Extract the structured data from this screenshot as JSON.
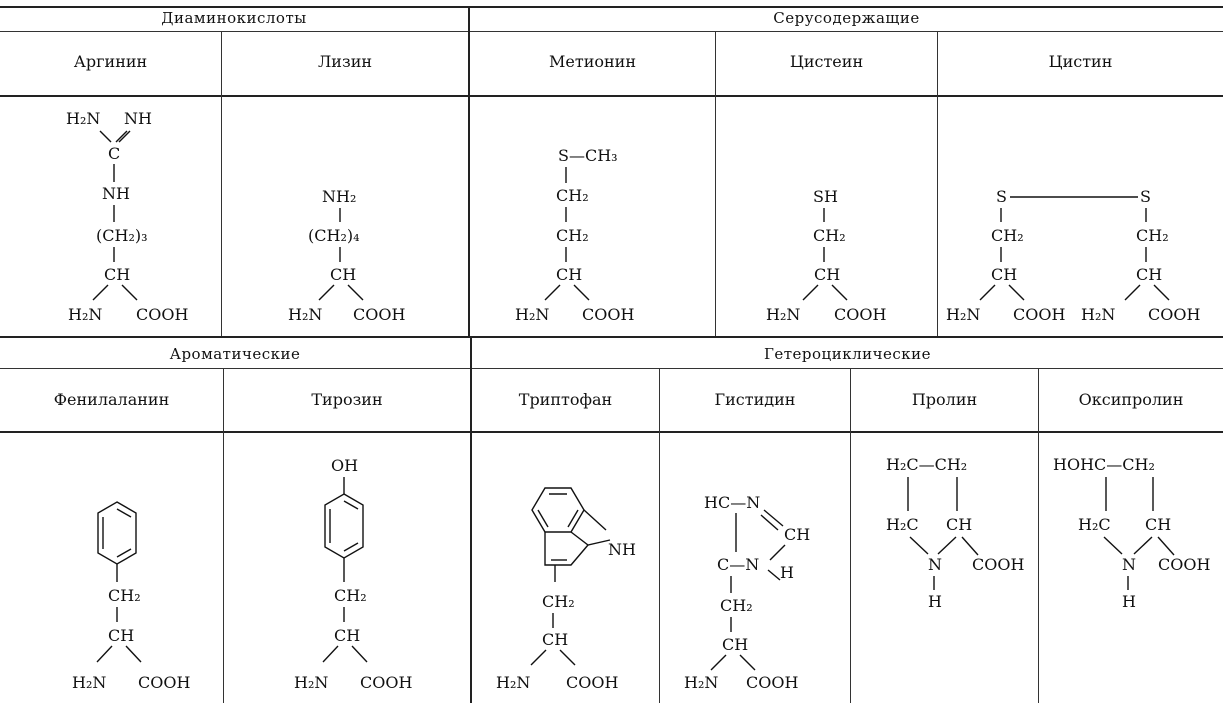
{
  "top": {
    "groups": [
      "Диаминокислоты",
      "Серусодержащие"
    ],
    "names": [
      "Аргинин",
      "Лизин",
      "Метионин",
      "Цистеин",
      "Цистин"
    ]
  },
  "bottom": {
    "groups": [
      "Ароматические",
      "Гетероциклические"
    ],
    "names": [
      "Фенилаланин",
      "Тирозин",
      "Триптофан",
      "Гистидин",
      "Пролин",
      "Оксипролин"
    ]
  },
  "labels": {
    "h2n": "H₂N",
    "cooh": "COOH",
    "ch": "CH",
    "ch2": "CH₂",
    "nh": "NH",
    "nh2": "NH₂",
    "c": "C",
    "ch2_3": "(CH₂)₃",
    "ch2_4": "(CH₂)₄",
    "s": "S",
    "sch3": "S—CH₃",
    "sh": "SH",
    "oh": "OH",
    "n": "N",
    "h": "H",
    "h2c": "H₂C",
    "hc": "HC",
    "hc_n": "HC—N",
    "c_n": "C—N",
    "h2c_ch2": "H₂C—CH₂",
    "hohc_ch2": "HOHC—CH₂"
  }
}
